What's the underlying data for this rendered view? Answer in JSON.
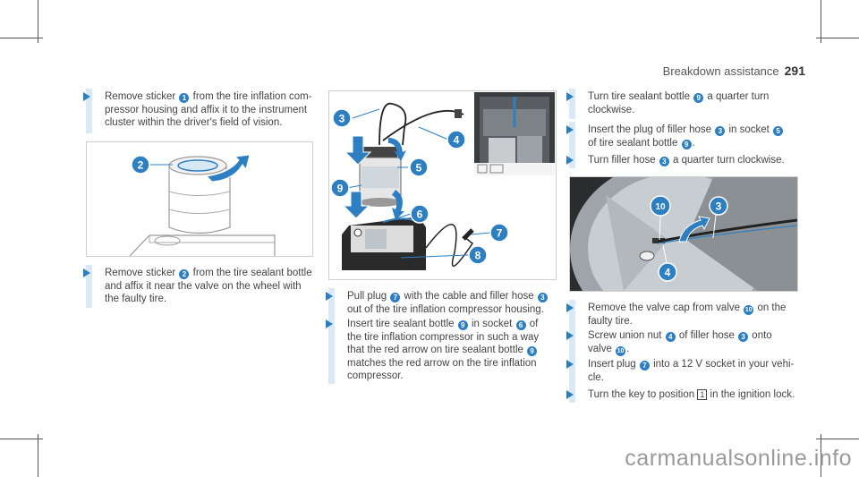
{
  "header": {
    "section": "Breakdown assistance",
    "page": "291"
  },
  "col1": {
    "step1": {
      "pre": "Remove sticker",
      "b1": "1",
      "post": "from the tire inflation com-",
      "line2": "pressor housing and affix it to the instrument",
      "line3": "cluster within the driver's field of vision."
    },
    "fig1": {
      "callouts": [
        "2"
      ]
    },
    "step2": {
      "pre": "Remove sticker",
      "b1": "2",
      "post": "from the tire sealant bottle",
      "line2": "and affix it near the valve on the wheel with",
      "line3": "the faulty tire."
    }
  },
  "col2": {
    "fig2": {
      "callouts": [
        "3",
        "4",
        "5",
        "9",
        "6",
        "7",
        "8"
      ]
    },
    "step3": {
      "pre": "Pull plug",
      "b1": "7",
      "mid": "with the cable and filler hose",
      "b2": "3",
      "line2": "out of the tire inflation compressor housing."
    },
    "step4": {
      "pre": "Insert tire sealant bottle",
      "b1": "9",
      "mid": "in socket",
      "b2": "6",
      "post": "of",
      "line2": "the tire inflation compressor in such a way",
      "line3pre": "that the red arrow on tire sealant bottle",
      "b3": "9",
      "line4": "matches the red arrow on the tire inflation",
      "line5": "compressor."
    }
  },
  "col3": {
    "step5": {
      "pre": "Turn tire sealant bottle",
      "b1": "9",
      "post": "a quarter turn",
      "line2": "clockwise."
    },
    "step6": {
      "pre": "Insert the plug of filler hose",
      "b1": "3",
      "mid": "in socket",
      "b2": "5",
      "line2pre": "of tire sealant bottle",
      "b3": "9",
      "line2post": "."
    },
    "step7": {
      "pre": "Turn filler hose",
      "b1": "3",
      "post": "a quarter turn clockwise."
    },
    "fig3": {
      "callouts": [
        "10",
        "3",
        "4"
      ]
    },
    "step8": {
      "pre": "Remove the valve cap from valve",
      "b1": "10",
      "post": "on the",
      "line2": "faulty tire."
    },
    "step9": {
      "pre": "Screw union nut",
      "b1": "4",
      "mid": "of filler hose",
      "b2": "3",
      "post": "onto",
      "line2pre": "valve",
      "b3": "10",
      "line2post": "."
    },
    "step10": {
      "pre": "Insert plug",
      "b1": "7",
      "post": "into a 12 V socket in your vehi-",
      "line2": "cle."
    },
    "step11": {
      "pre": "Turn the key to position",
      "key": "1",
      "post": "in the ignition lock."
    }
  },
  "watermark": "carmanualsonline.info",
  "colors": {
    "accent": "#2e7fc2",
    "bar": "#d9eaf6"
  }
}
